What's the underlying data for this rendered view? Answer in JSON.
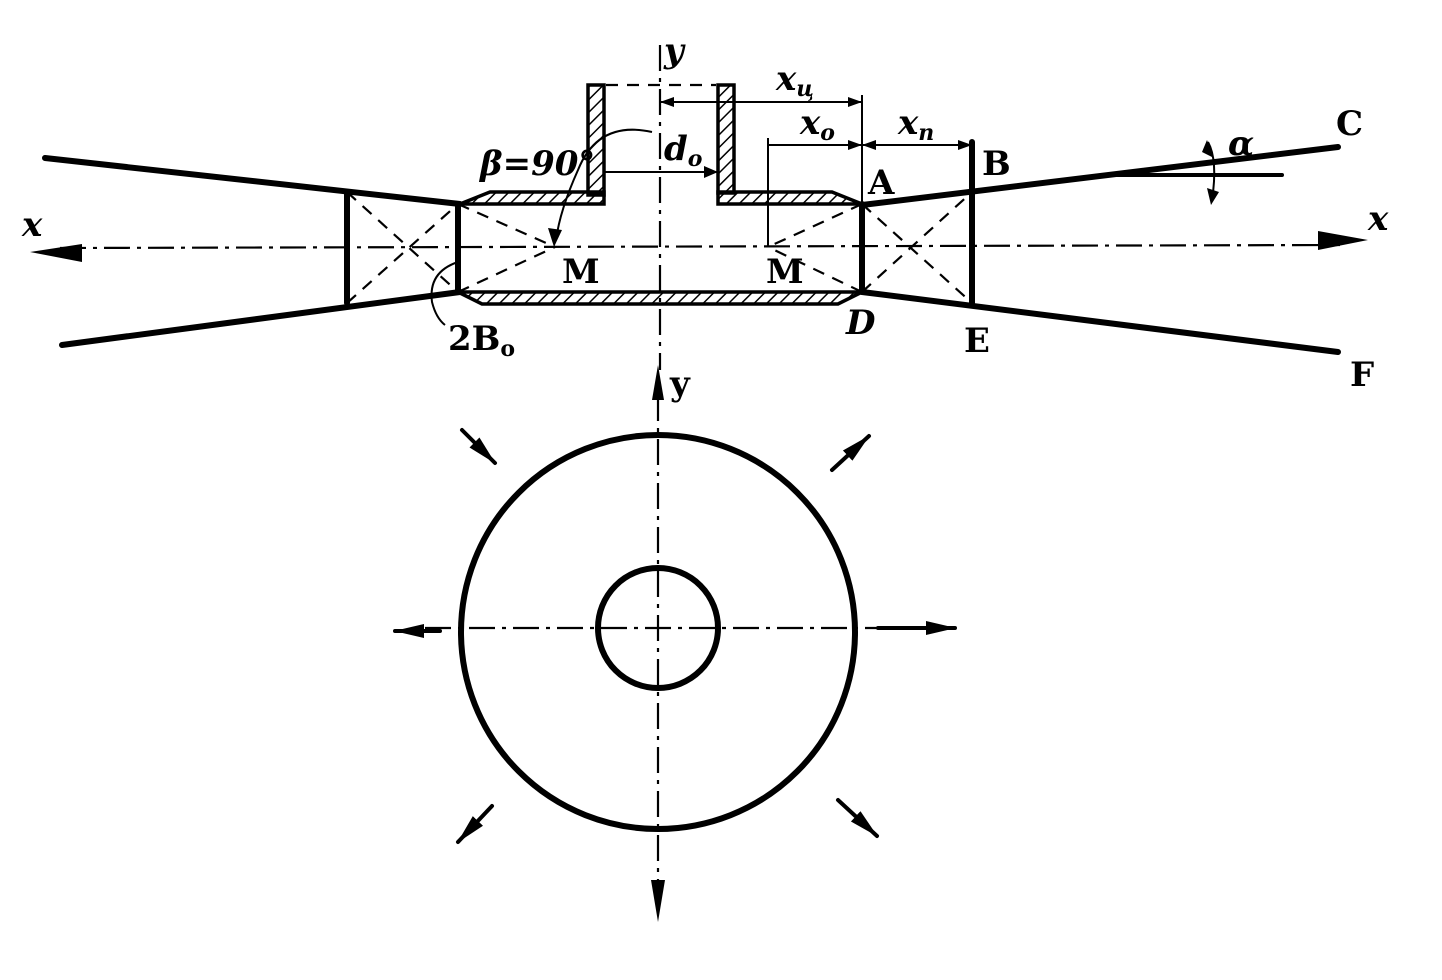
{
  "labels": {
    "axis_x_left": "x",
    "axis_x_right": "x",
    "axis_y_top": "y",
    "axis_y_lower": "y",
    "angle_beta": "β=90°",
    "d_main": "d",
    "d_sub": "o",
    "x_c_main": "x",
    "x_c_sub": "ц",
    "x_o_main": "x",
    "x_o_sub": "o",
    "x_p_main": "x",
    "x_p_sub": "п",
    "alpha": "α",
    "point_a": "A",
    "point_b": "B",
    "point_c": "C",
    "point_d": "D",
    "point_e": "E",
    "point_f": "F",
    "point_m_left": "M",
    "point_m_right": "M",
    "b_coef": "2",
    "b_main": "B",
    "b_sub": "o"
  }
}
